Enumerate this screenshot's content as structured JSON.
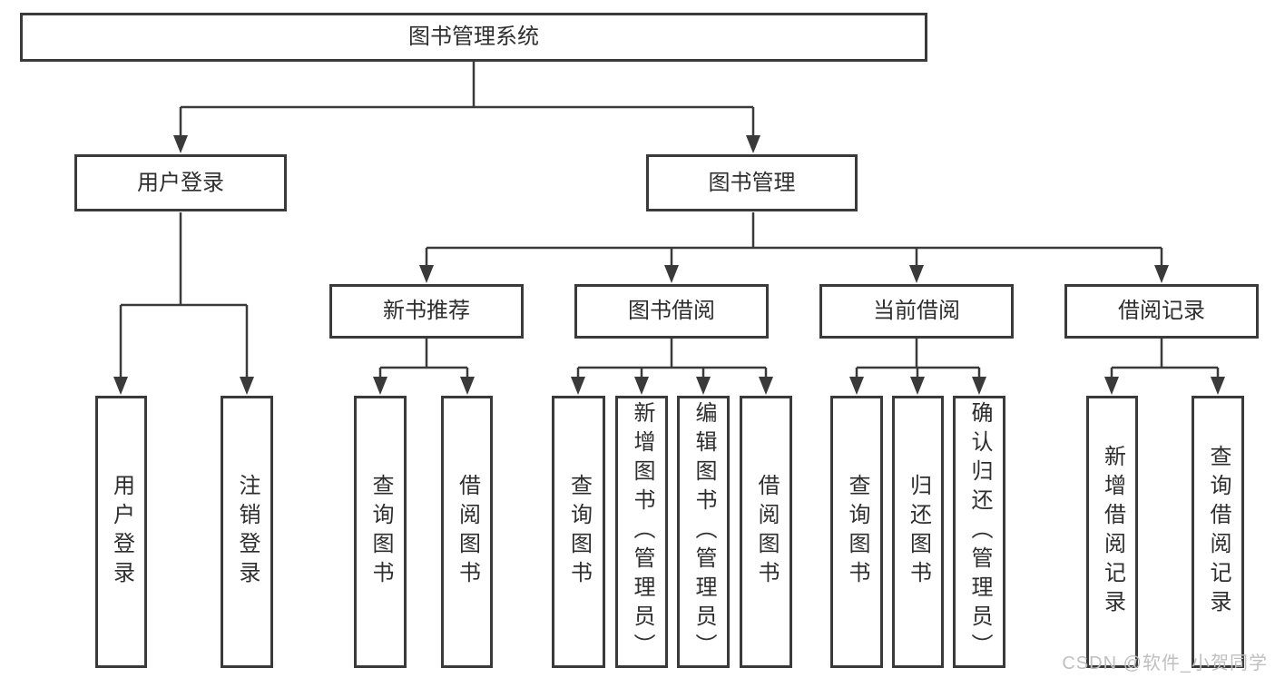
{
  "watermark": "CSDN @软件_小贺同学",
  "colors": {
    "background": "#ffffff",
    "border": "#3a3a3a",
    "line": "#3a3a3a",
    "text": "#2e2e2e",
    "watermark": "#bfbfbf"
  },
  "tree": {
    "root": {
      "label": "图书管理系统",
      "children": [
        {
          "label": "用户登录",
          "children": [
            {
              "label": "用户登录"
            },
            {
              "label": "注销登录"
            }
          ]
        },
        {
          "label": "图书管理",
          "children": [
            {
              "label": "新书推荐",
              "children": [
                {
                  "label": "查询图书"
                },
                {
                  "label": "借阅图书"
                }
              ]
            },
            {
              "label": "图书借阅",
              "children": [
                {
                  "label": "查询图书"
                },
                {
                  "label": "新增图书（管理员）"
                },
                {
                  "label": "编辑图书（管理员）"
                },
                {
                  "label": "借阅图书"
                }
              ]
            },
            {
              "label": "当前借阅",
              "children": [
                {
                  "label": "查询图书"
                },
                {
                  "label": "归还图书"
                },
                {
                  "label": "确认归还（管理员）"
                }
              ]
            },
            {
              "label": "借阅记录",
              "children": [
                {
                  "label": "新增借阅记录"
                },
                {
                  "label": "查询借阅记录"
                }
              ]
            }
          ]
        }
      ]
    }
  }
}
